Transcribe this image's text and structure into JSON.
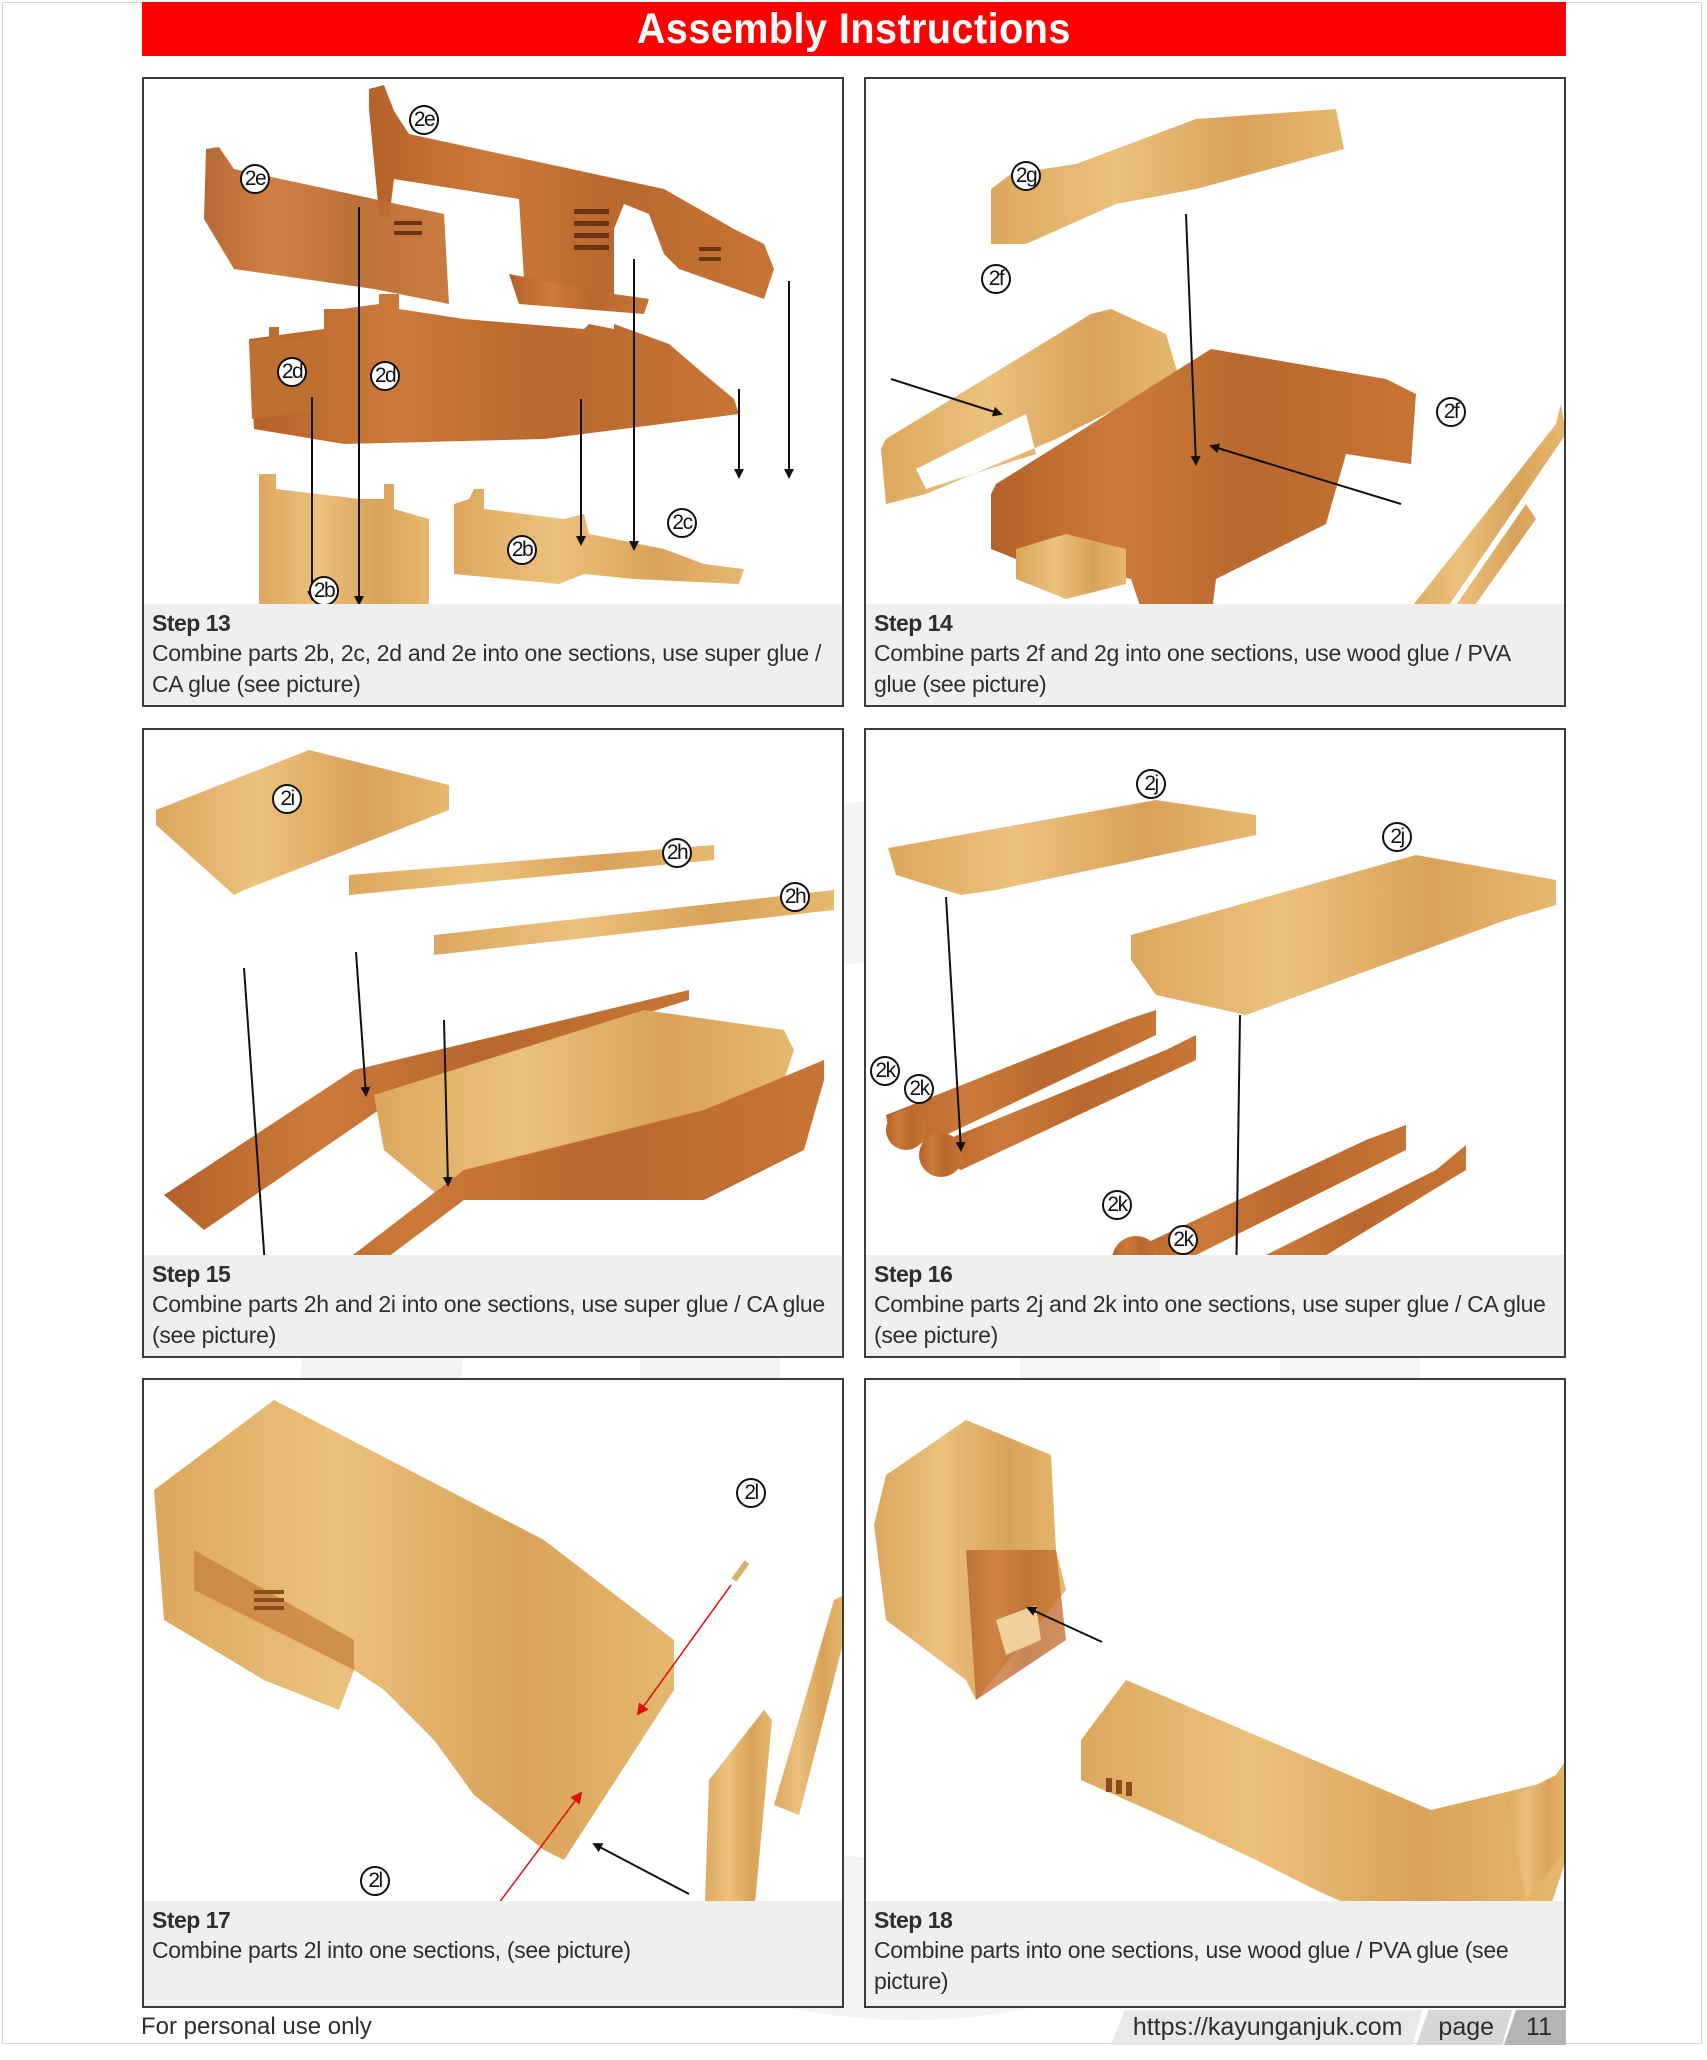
{
  "header": {
    "title": "Assembly Instructions",
    "color": "#ff0000"
  },
  "steps": [
    {
      "step": "Step 13",
      "description": "Combine parts 2b, 2c, 2d and 2e into one sections, use super glue / CA glue (see picture)",
      "parts": [
        "2e",
        "2e",
        "2d",
        "2d",
        "2b",
        "2b",
        "2c"
      ]
    },
    {
      "step": "Step 14",
      "description": "Combine parts 2f and 2g into one sections, use wood glue / PVA glue (see picture)",
      "parts": [
        "2g",
        "2f",
        "2f"
      ]
    },
    {
      "step": "Step 15",
      "description": "Combine parts 2h and 2i into one sections, use super glue / CA glue (see picture)",
      "parts": [
        "2i",
        "2h",
        "2h"
      ]
    },
    {
      "step": "Step 16",
      "description": "Combine parts 2j and 2k into one sections, use super glue / CA glue (see picture)",
      "parts": [
        "2j",
        "2j",
        "2k",
        "2k",
        "2k",
        "2k"
      ]
    },
    {
      "step": "Step 17",
      "description": "Combine parts 2l into one sections,  (see picture)",
      "parts": [
        "2l",
        "2l"
      ]
    },
    {
      "step": "Step 18",
      "description": "Combine parts into one sections, use wood glue / PVA glue (see picture)",
      "parts": []
    }
  ],
  "footer": {
    "notice": "For personal use only",
    "url": "https://kayunganjuk.com",
    "page_label": "page",
    "page_number": "11"
  },
  "colors": {
    "wood_dark": "#b8652a",
    "wood_light": "#e2b66e",
    "caption_bg": "#efefef",
    "border": "#3c3c3c",
    "arrow_red": "#e01010"
  }
}
